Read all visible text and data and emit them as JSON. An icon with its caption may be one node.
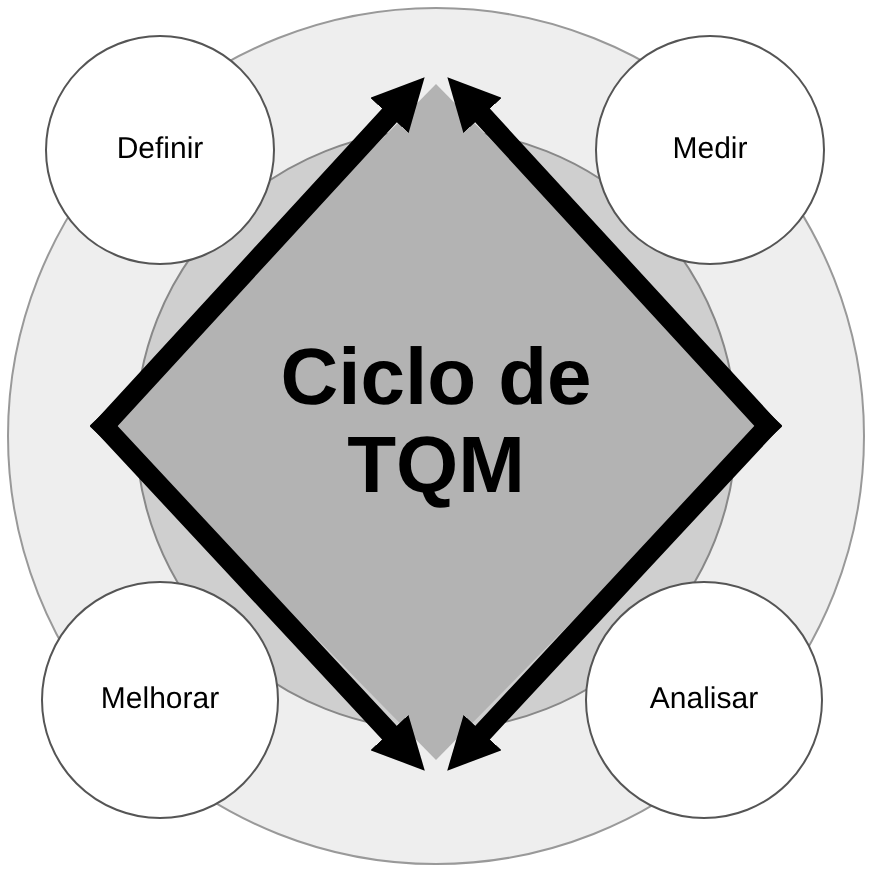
{
  "diagram": {
    "nodes": [
      {
        "text": [
          "Definir"
        ]
      },
      {
        "text": [
          "Medir"
        ]
      },
      {
        "text": [
          "Ciclo de TQM"
        ]
      },
      {
        "text": [
          "Melhorar"
        ]
      },
      {
        "text": [
          "Analisar"
        ]
      }
    ]
  }
}
